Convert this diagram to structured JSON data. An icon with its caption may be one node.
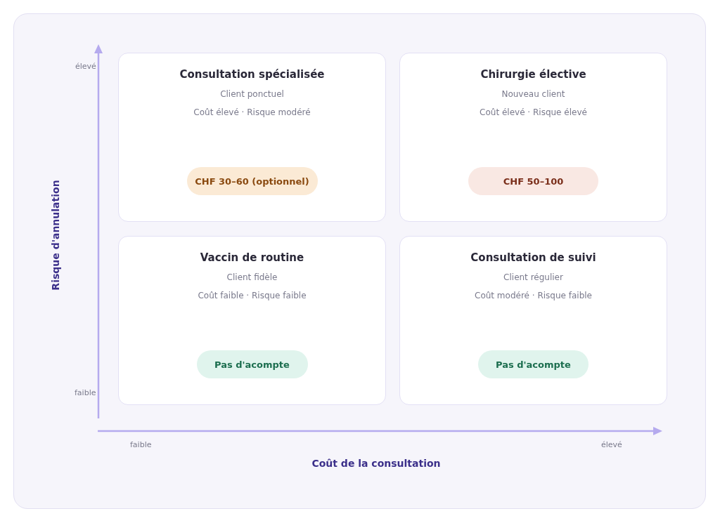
{
  "diagram": {
    "nodes": [
      {
        "text": [
          "Consultation spécialisée",
          "Client ponctuel",
          "Coût élevé · Risque modéré"
        ]
      },
      {
        "text": [
          "CHF 30–60 (optionnel)"
        ],
        "in": 0
      },
      {
        "text": [
          "Chirurgie élective",
          "Nouveau client",
          "Coût élevé · Risque élevé"
        ]
      },
      {
        "text": [
          "CHF 50–100"
        ],
        "in": 2
      },
      {
        "text": [
          "Vaccin de routine",
          "Client fidèle",
          "Coût faible · Risque faible"
        ]
      },
      {
        "text": [
          "Pas d'acompte"
        ],
        "in": 4
      },
      {
        "text": [
          "Consultation de suivi",
          "Client régulier",
          "Coût modéré · Risque faible"
        ]
      },
      {
        "text": [
          "Pas d'acompte"
        ],
        "in": 6
      }
    ],
    "labels": [
      "élevé",
      "Risque d'annulation",
      "faible",
      "faible",
      "élevé",
      "Coût de la consultation"
    ]
  }
}
